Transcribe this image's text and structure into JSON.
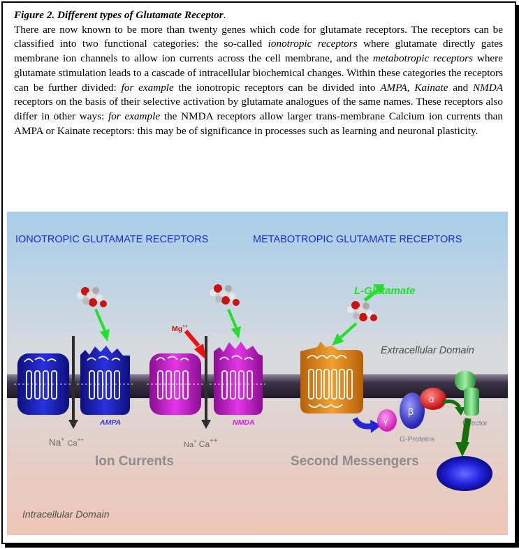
{
  "caption": {
    "title": "Figure 2.   Different types of Glutamate Receptor",
    "period": ".",
    "s01": "There are now known to be more than twenty genes which code for glutamate receptors. The receptors can be classified into two functional categories: the so-called ",
    "ionotropic_receptors": "ionotropic receptors",
    "s02": " where glutamate directly gates membrane ion channels to allow ion currents across the cell membrane, and the ",
    "metabotropic_receptors": "metabotropic receptors",
    "s03": " where glutamate stimulation leads to a cascade of intracellular biochemical changes.  Within these categories the receptors can be further divided: ",
    "for_example_1": "for example",
    "s04": " the ionotropic receptors can be divided into ",
    "ampa": "AMPA",
    "s05": ", ",
    "kainate": "Kainate",
    "s06": " and ",
    "nmda": "NMDA",
    "s07": " receptors on the basis of their selective activation by glutamate analogues of the same names.  These receptors also differ in other ways: ",
    "for_example_2": "for example",
    "s08": " the NMDA receptors allow larger trans-membrane Calcium ion currents than AMPA or Kainate receptors: this may be of significance  in processes such as learning and neuronal plasticity."
  },
  "figure": {
    "ionotropic_heading": "IONOTROPIC GLUTAMATE RECEPTORS",
    "metabotropic_heading": "METABOTROPIC GLUTAMATE RECEPTORS",
    "l_glutamate": "L-Glutamate",
    "extracellular": "Extracellular Domain",
    "intracellular": "Intracellular Domain",
    "ampa_label": "AMPA",
    "nmda_label": "NMDA",
    "mg": "Mg",
    "mg_sup": "++",
    "na": "Na",
    "na_sup": "+",
    "ca": "Ca",
    "ca_sup": "++",
    "ion_currents": "Ion Currents",
    "second_messengers": "Second Messengers",
    "gamma": "γ",
    "beta": "β",
    "alpha": "α",
    "g_proteins": "G-Proteins",
    "effector": "Effector"
  },
  "colors": {
    "heading_blue": "#1a2bd6",
    "arrow_green": "#22e02a",
    "mg_arrow_red": "#ee1010",
    "ampa_blue": "#1b1fb8",
    "nmda_magenta": "#d21fd8",
    "metabotropic_orange": "#e98a1a",
    "membrane": "#3e3448",
    "label_gray": "#8c8c8c"
  }
}
